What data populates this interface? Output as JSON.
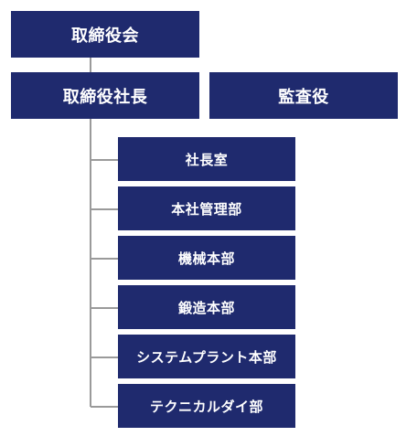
{
  "org_chart": {
    "board": "取締役会",
    "president": "取締役社長",
    "auditor": "監査役",
    "departments": [
      "社長室",
      "本社管理部",
      "機械本部",
      "鍛造本部",
      "システムプラント本部",
      "テクニカルダイ部"
    ]
  },
  "colors": {
    "box_fill": "#1f2a6e",
    "box_text": "#ffffff",
    "connector": "#9a9a9a"
  }
}
